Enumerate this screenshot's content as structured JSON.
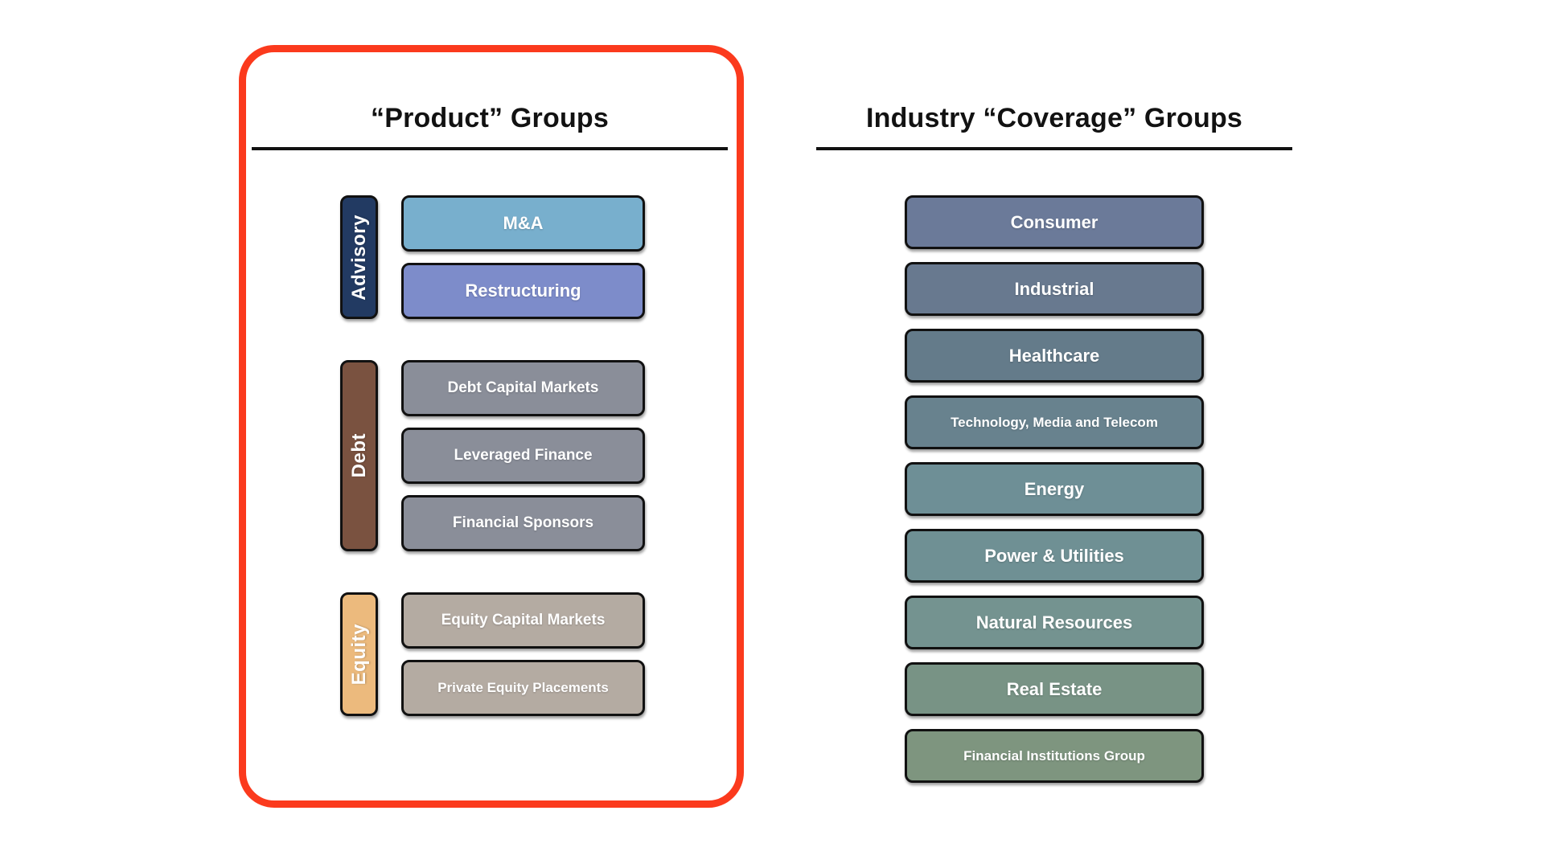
{
  "left_panel": {
    "title": "“Product” Groups",
    "frame_color": "#FB3A1D",
    "groups": [
      {
        "label": "Advisory",
        "label_color": "#223A62",
        "items": [
          {
            "text": "M&A",
            "color": "#78AFCD",
            "size": "lg"
          },
          {
            "text": "Restructuring",
            "color": "#7D8CCA",
            "size": "lg"
          }
        ]
      },
      {
        "label": "Debt",
        "label_color": "#7A5240",
        "items": [
          {
            "text": "Debt Capital Markets",
            "color": "#8A8E99",
            "size": "md"
          },
          {
            "text": "Leveraged Finance",
            "color": "#8A8E99",
            "size": "md"
          },
          {
            "text": "Financial Sponsors",
            "color": "#8A8E99",
            "size": "md"
          }
        ]
      },
      {
        "label": "Equity",
        "label_color": "#ECBA7D",
        "items": [
          {
            "text": "Equity Capital Markets",
            "color": "#B4ABA2",
            "size": "md"
          },
          {
            "text": "Private Equity Placements",
            "color": "#B4ABA2",
            "size": "sm"
          }
        ]
      }
    ]
  },
  "right_panel": {
    "title": "Industry “Coverage” Groups",
    "items": [
      {
        "text": "Consumer",
        "color": "#6B7A99",
        "size": "lg"
      },
      {
        "text": "Industrial",
        "color": "#68798F",
        "size": "lg"
      },
      {
        "text": "Healthcare",
        "color": "#647B8A",
        "size": "lg"
      },
      {
        "text": "Technology, Media and Telecom",
        "color": "#68828E",
        "size": "sm"
      },
      {
        "text": "Energy",
        "color": "#6E8F96",
        "size": "lg"
      },
      {
        "text": "Power & Utilities",
        "color": "#6F9094",
        "size": "lg"
      },
      {
        "text": "Natural Resources",
        "color": "#749390",
        "size": "lg"
      },
      {
        "text": "Real Estate",
        "color": "#789385",
        "size": "lg"
      },
      {
        "text": "Financial Institutions Group",
        "color": "#7E957F",
        "size": "sm"
      }
    ]
  }
}
